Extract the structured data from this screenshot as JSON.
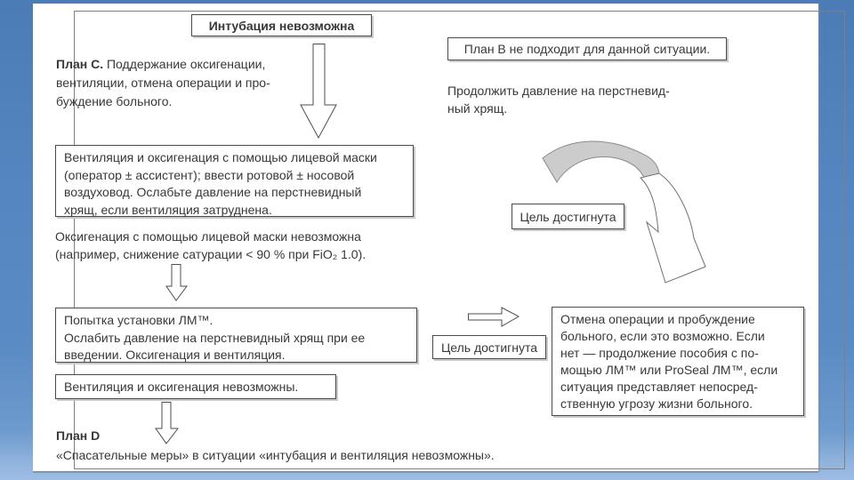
{
  "colors": {
    "background_blue": "#5b8bc4",
    "background_blue_light": "#9dbde4",
    "page": "#ffffff",
    "box_border": "#4a4a4a",
    "text": "#383838",
    "curved_arrow_band": "#cccccc"
  },
  "flow": {
    "intubation_box": "Интубация невозможна",
    "plan_c": {
      "label": "План C.",
      "line1": " Поддержание оксигенации,",
      "line2": "вентиляции, отмена операции и про-",
      "line3": "буждение больного."
    },
    "mask_box": [
      "Вентиляция и оксигенация с помощью лицевой маски",
      "(оператор ± ассистент); ввести ротовой ± носовой",
      "воздуховод. Ослабьте давление на перстневидный",
      "хрящ, если вентиляция затруднена."
    ],
    "mask_fail": [
      "Оксигенация с помощью лицевой маски невозможна",
      "(например, снижение сатурации < 90 % при FiO₂ 1.0)."
    ],
    "lma_box": [
      "Попытка установки ЛМ™.",
      "Ослабить давление на перстневидный хрящ при ее",
      "введении. Оксигенация и вентиляция."
    ],
    "vent_fail_box": "Вентиляция и оксигенация невозможны.",
    "plan_d": {
      "label": "План D",
      "text": "«Спасательные меры» в ситуации «интубация и вентиляция невозможны»."
    },
    "plan_b_box": "План В не подходит для данной ситуации.",
    "cricoid": [
      "Продолжить давление на перстневид-",
      "ный хрящ."
    ],
    "goal_box_1": "Цель достигнута",
    "goal_box_2": "Цель достигнута",
    "outcome_box": [
      "Отмена операции и пробуждение",
      "больного, если это возможно. Если",
      "нет — продолжение пособия с по-",
      "мощью ЛМ™ или ProSeal ЛМ™, если",
      "ситуация представляет непосред-",
      "ственную угрозу жизни больного."
    ]
  }
}
